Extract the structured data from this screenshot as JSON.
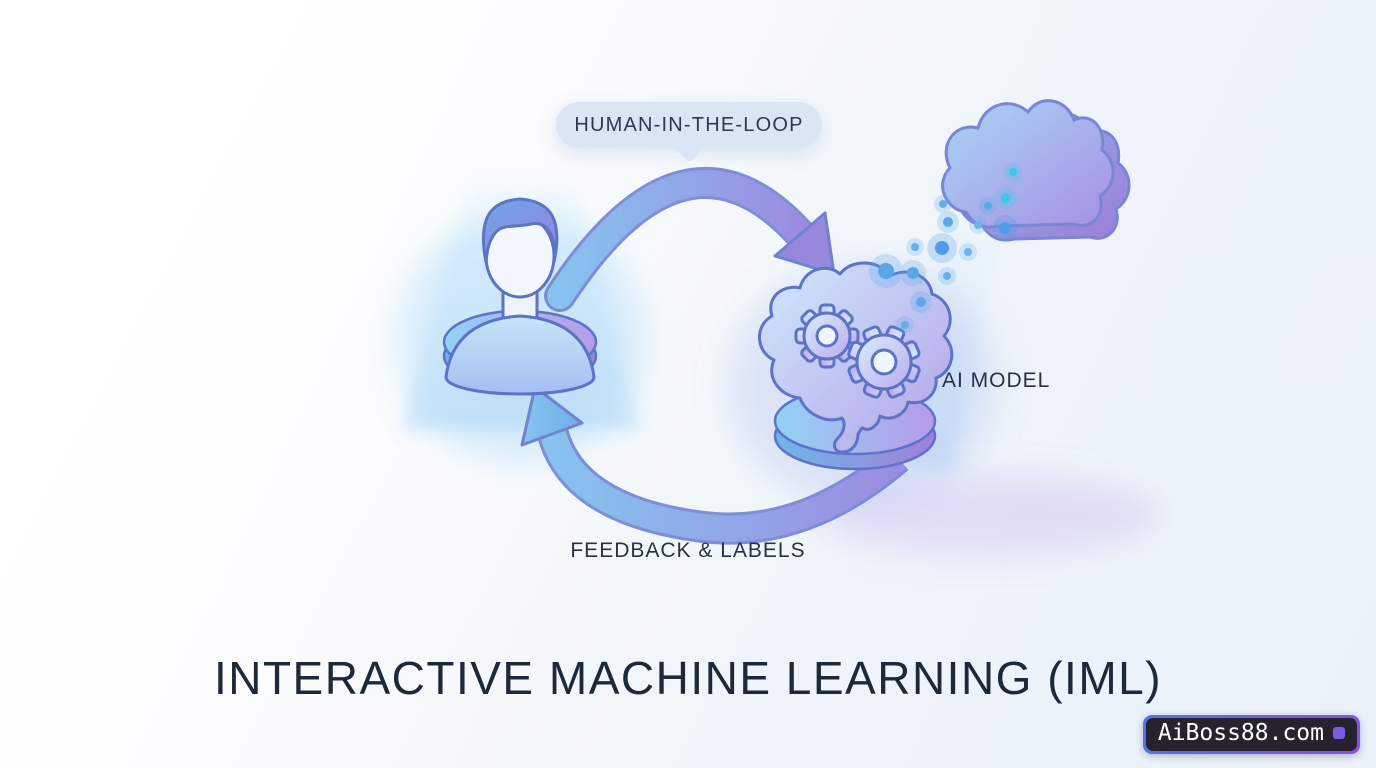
{
  "title": {
    "text": "INTERACTIVE MACHINE LEARNING (IML)"
  },
  "labels": {
    "bubble": "HUMAN-IN-THE-LOOP",
    "ai_model": "AI MODEL",
    "feedback": "FEEDBACK & LABELS"
  },
  "watermark": {
    "text": "AiBoss88.com"
  },
  "icons": {
    "human": "person-icon",
    "ai": "brain-gears-icon",
    "cloud": "cloud-icon",
    "particles": "data-particles-icon",
    "loop_top": "curved-arrow-right-icon",
    "loop_bottom": "curved-arrow-left-icon",
    "watermark_badge": "square-badge-icon"
  },
  "colors": {
    "background": "#f3f7fb",
    "bubble_bg": "#dbe6f5",
    "text_dark": "#1e2938",
    "outline_blue": "#5d73c8",
    "accent_blue": "#84c2ee",
    "accent_purple": "#9b8ce2",
    "particle_blue": "#57a7ea",
    "particle_cyan": "#3ec8ec",
    "watermark_bg": "#27232e",
    "watermark_border_start": "#4f74e8",
    "watermark_border_end": "#8a4fe0",
    "watermark_text": "#ffffff"
  }
}
